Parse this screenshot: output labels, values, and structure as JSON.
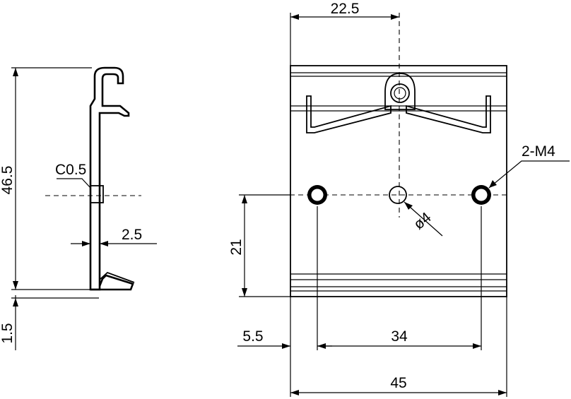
{
  "dimensions": {
    "top_half_width": "22.5",
    "thread_callout": "2-M4",
    "chamfer": "C0.5",
    "height": "46.5",
    "wall_thickness": "2.5",
    "hole_offset_height": "21",
    "hole_diameter": "ø4",
    "bottom_offset": "1.5",
    "edge_offset": "5.5",
    "hole_spacing": "34",
    "overall_width": "45"
  }
}
